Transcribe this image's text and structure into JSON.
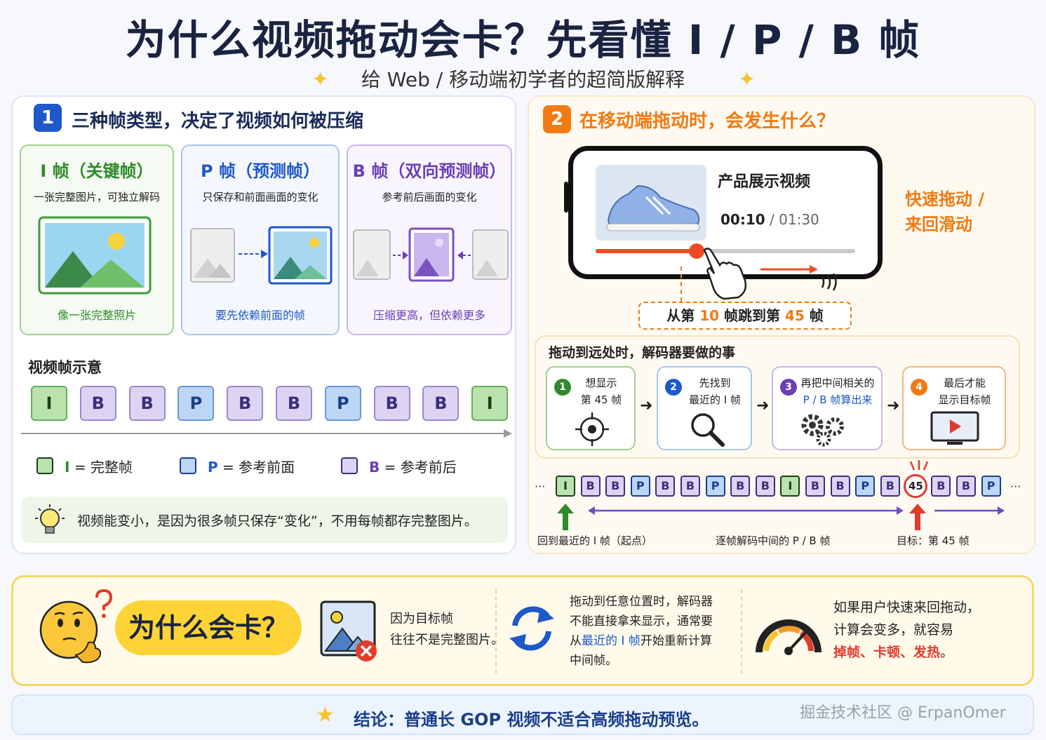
{
  "title": "为什么视频拖动会卡？先看懂 I / P / B 帧",
  "subtitle": "给 Web / 移动端初学者的超简版解释",
  "section1": {
    "number": "1",
    "heading": "三种帧类型，决定了视频如何被压缩",
    "frame_types": [
      {
        "title": "I 帧（关键帧）",
        "desc": "一张完整图片，可独立解码",
        "caption": "像一张完整照片"
      },
      {
        "title": "P 帧（预测帧）",
        "desc": "只保存和前面画面的变化",
        "caption": "要先依赖前面的帧"
      },
      {
        "title": "B 帧（双向预测帧）",
        "desc": "参考前后画面的变化",
        "caption": "压缩更高，但依赖更多"
      }
    ],
    "sequence_label": "视频帧示意",
    "sequence": [
      "I",
      "B",
      "B",
      "P",
      "B",
      "B",
      "P",
      "B",
      "B",
      "I"
    ],
    "legend": [
      {
        "letter": "I",
        "text": "= 完整帧"
      },
      {
        "letter": "P",
        "text": "= 参考前面"
      },
      {
        "letter": "B",
        "text": "= 参考前后"
      }
    ],
    "tip": "视频能变小，是因为很多帧只保存“变化”，不用每帧都存完整图片。"
  },
  "section2": {
    "number": "2",
    "heading": "在移动端拖动时，会发生什么？",
    "phone": {
      "video_title": "产品展示视频",
      "time_current": "00:10",
      "time_sep": "/",
      "time_total": "01:30",
      "progress": 0.39
    },
    "gesture_label_1": "快速拖动 /",
    "gesture_label_2": "来回滑动",
    "jump": {
      "pre": "从第",
      "from": "10",
      "mid": "帧跳到第",
      "to": "45",
      "post": "帧"
    },
    "decoder_heading": "拖动到远处时，解码器要做的事",
    "steps": [
      {
        "num": "1",
        "line1": "想显示",
        "line2": "第 45 帧"
      },
      {
        "num": "2",
        "line1": "先找到",
        "line2": "最近的 I 帧"
      },
      {
        "num": "3",
        "line1": "再把中间相关的",
        "line2": "P / B 帧算出来"
      },
      {
        "num": "4",
        "line1": "最后才能",
        "line2": "显示目标帧"
      }
    ],
    "strip_before": [
      "I",
      "B",
      "B",
      "P",
      "B",
      "B",
      "P",
      "B",
      "B",
      "I",
      "B",
      "B",
      "P",
      "B"
    ],
    "target_frame": "45",
    "strip_after": [
      "B",
      "B",
      "P"
    ],
    "ellipsis": "···",
    "strip_labels": [
      "回到最近的 I 帧（起点）",
      "逐帧解码中间的 P / B 帧",
      "目标：第 45 帧"
    ]
  },
  "bottom": {
    "question": "为什么会卡？",
    "item1": [
      "因为目标帧",
      "往往不是完整图片。"
    ],
    "item2": {
      "l1": "拖动到任意位置时，解码器",
      "l2": "不能直接拿来显示，通常要",
      "l3a": "从",
      "l3b": "最近的 I 帧",
      "l3c": "开始重新计算",
      "l4": "中间帧。"
    },
    "item3": {
      "l1": "如果用户快速来回拖动，",
      "l2": "计算会变多，就容易",
      "l3": "掉帧、卡顿、发热",
      "l3end": "。"
    }
  },
  "conclusion": "结论：普通长 GOP 视频不适合高频拖动预览。",
  "watermark": "掘金技术社区 @ ErpanOmer",
  "colors": {
    "blue": "#1e58c9",
    "orange": "#f17a12",
    "green": "#2e8a2b",
    "purple": "#6a3fb5",
    "red": "#e23b2c"
  }
}
